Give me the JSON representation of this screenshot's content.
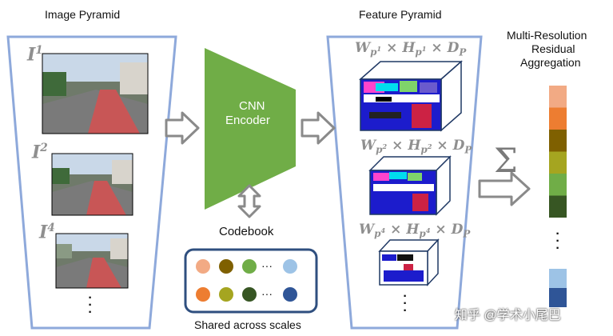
{
  "labels": {
    "image_pyramid": "Image Pyramid",
    "feature_pyramid": "Feature Pyramid",
    "aggregation": [
      "Multi-Resolution",
      "Residual",
      "Aggregation"
    ],
    "encoder": [
      "CNN",
      "Encoder"
    ],
    "codebook": "Codebook",
    "shared": "Shared across scales",
    "sum_symbol": "Σ",
    "watermark": "知乎 @学术小尾巴"
  },
  "image_levels": [
    "1",
    "2",
    "4"
  ],
  "feature_dims": [
    {
      "w": "W",
      "h": "H",
      "d": "D",
      "sub": "p",
      "level": "1"
    },
    {
      "w": "W",
      "h": "H",
      "d": "D",
      "sub": "p",
      "level": "2"
    },
    {
      "w": "W",
      "h": "H",
      "d": "D",
      "sub": "p",
      "level": "4"
    }
  ],
  "codebook_colors": {
    "top": [
      "#f2aa84",
      "#7f6000",
      "#70ad47",
      "#9dc3e6"
    ],
    "bottom": [
      "#ed7d31",
      "#a5a520",
      "#375623",
      "#2f5597"
    ]
  },
  "aggregation_colors": {
    "top": [
      "#f2aa84",
      "#ed7d31",
      "#7f6000",
      "#a5a520",
      "#70ad47",
      "#375623"
    ],
    "bottom": [
      "#9dc3e6",
      "#2f5597"
    ]
  },
  "colors": {
    "frame": "#8ea9db",
    "encoder": "#70ad47",
    "arrow_stroke": "#8a8a8a",
    "cube_front": "#ffffff",
    "cube_edge": "#1f3864"
  }
}
